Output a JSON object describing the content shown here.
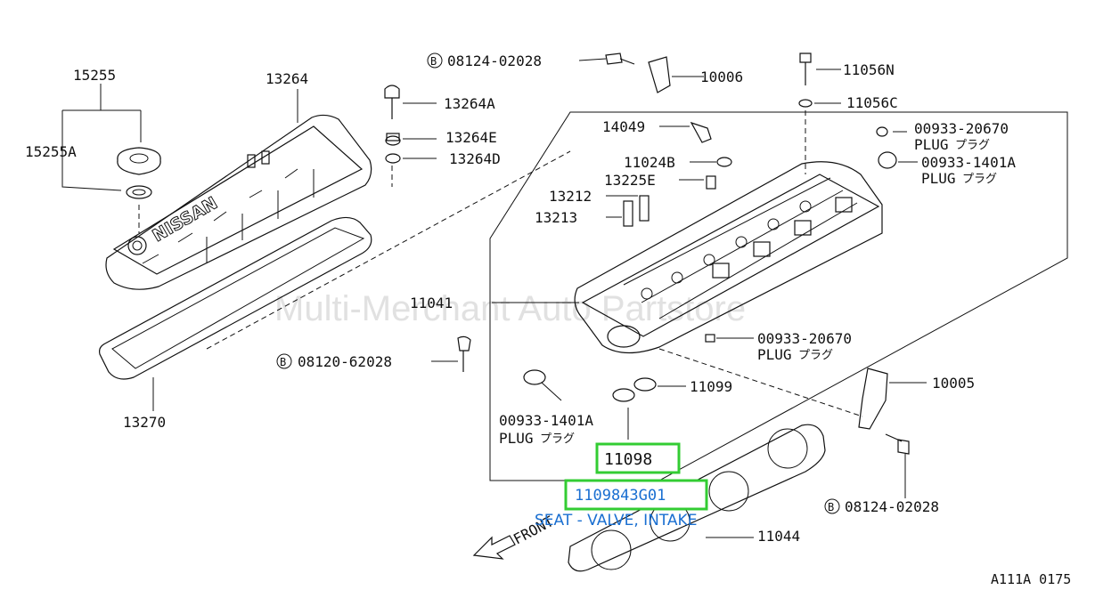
{
  "watermark": "Multi-Merchant Auto Partstore",
  "diagram_code": "A111A 0175",
  "front_label": "FRONT",
  "cover_logo": "NISSAN",
  "bolt_prefix": "B",
  "plug": "PLUG",
  "plug_jp": "プラグ",
  "parts": {
    "p15255": "15255",
    "p15255A": "15255A",
    "p13264": "13264",
    "p13264A": "13264A",
    "p13264E": "13264E",
    "p13264D": "13264D",
    "p13270": "13270",
    "p08120": "08120-62028",
    "p08124a": "08124-02028",
    "p08124b": "08124-02028",
    "p10006": "10006",
    "p11056N": "11056N",
    "p11056C": "11056C",
    "p14049": "14049",
    "p11024B": "11024B",
    "p13225E": "13225E",
    "p13212": "13212",
    "p13213": "13213",
    "p11041": "11041",
    "p00933_20670a": "00933-20670",
    "p00933_1401a": "00933-1401A",
    "p00933_20670b": "00933-20670",
    "p00933_1401b": "00933-1401A",
    "p11099": "11099",
    "p10005": "10005",
    "p11098": "11098",
    "p11044": "11044"
  },
  "highlight": {
    "part_number": "1109843G01",
    "description": "SEAT - VALVE, INTAKE",
    "color": "#33cc33",
    "text_color": "#1a6fd1"
  }
}
